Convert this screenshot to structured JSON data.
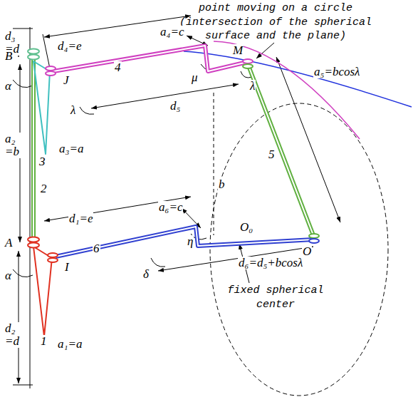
{
  "diagram": {
    "labels": [
      "point moving on a circle (intersection of the spherical surface and the plane)",
      "d₃ =d",
      "d₄=e",
      "a₄=c",
      "M",
      "B",
      "α",
      "J",
      "4",
      "μ",
      "λ",
      "λ",
      "d₅",
      "a₅=bcosλ",
      "a₂ =b",
      "3",
      "a₃=a",
      "2",
      "b",
      "5",
      "a₆=c",
      "d₁=e",
      "A",
      "α",
      "I",
      "6",
      "η",
      "O₀",
      "O",
      "δ",
      "d₆=d₅+bcosλ",
      "fixed spherical center",
      "d₂ =d",
      "1",
      "a₁=a"
    ]
  }
}
